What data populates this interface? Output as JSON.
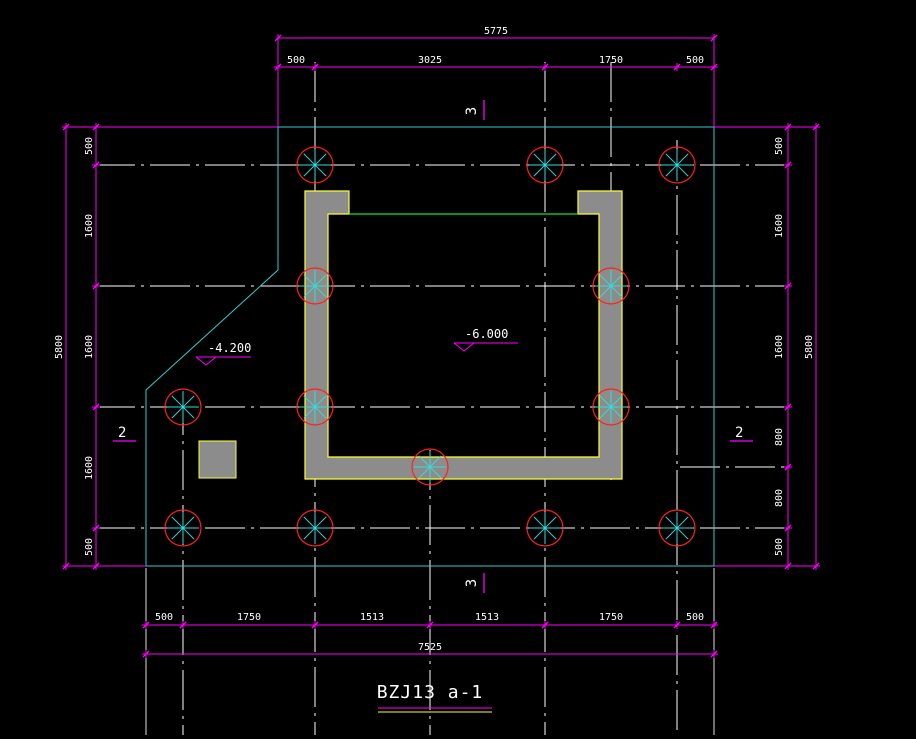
{
  "colors": {
    "background": "#000000",
    "dimension": "#ff00ff",
    "outline": "#33cccc",
    "axis": "#ffffff",
    "pile_circle": "#ff2020",
    "pile_cross": "#33dddd",
    "wall_fill": "#8c8c8c",
    "wall_edge": "#ffff33",
    "opening_edge": "#22dd22",
    "text": "#ffffff"
  },
  "drawing": {
    "title": "BZJ13 a-1",
    "elevations": [
      "-4.200",
      "-6.000"
    ],
    "section_marks": [
      "3",
      "3",
      "2",
      "2"
    ]
  },
  "dimensions": {
    "top_overall": "5775",
    "top_segments": [
      "500",
      "3025",
      "1750",
      "500"
    ],
    "bottom_segments": [
      "500",
      "1750",
      "1513",
      "1513",
      "1750",
      "500"
    ],
    "bottom_overall": "7525",
    "left_segments": [
      "500",
      "1600",
      "1600",
      "1600",
      "500"
    ],
    "left_overall": "5800",
    "right_segments": [
      "500",
      "1600",
      "1600",
      "800",
      "800",
      "500"
    ],
    "right_overall": "5800"
  }
}
